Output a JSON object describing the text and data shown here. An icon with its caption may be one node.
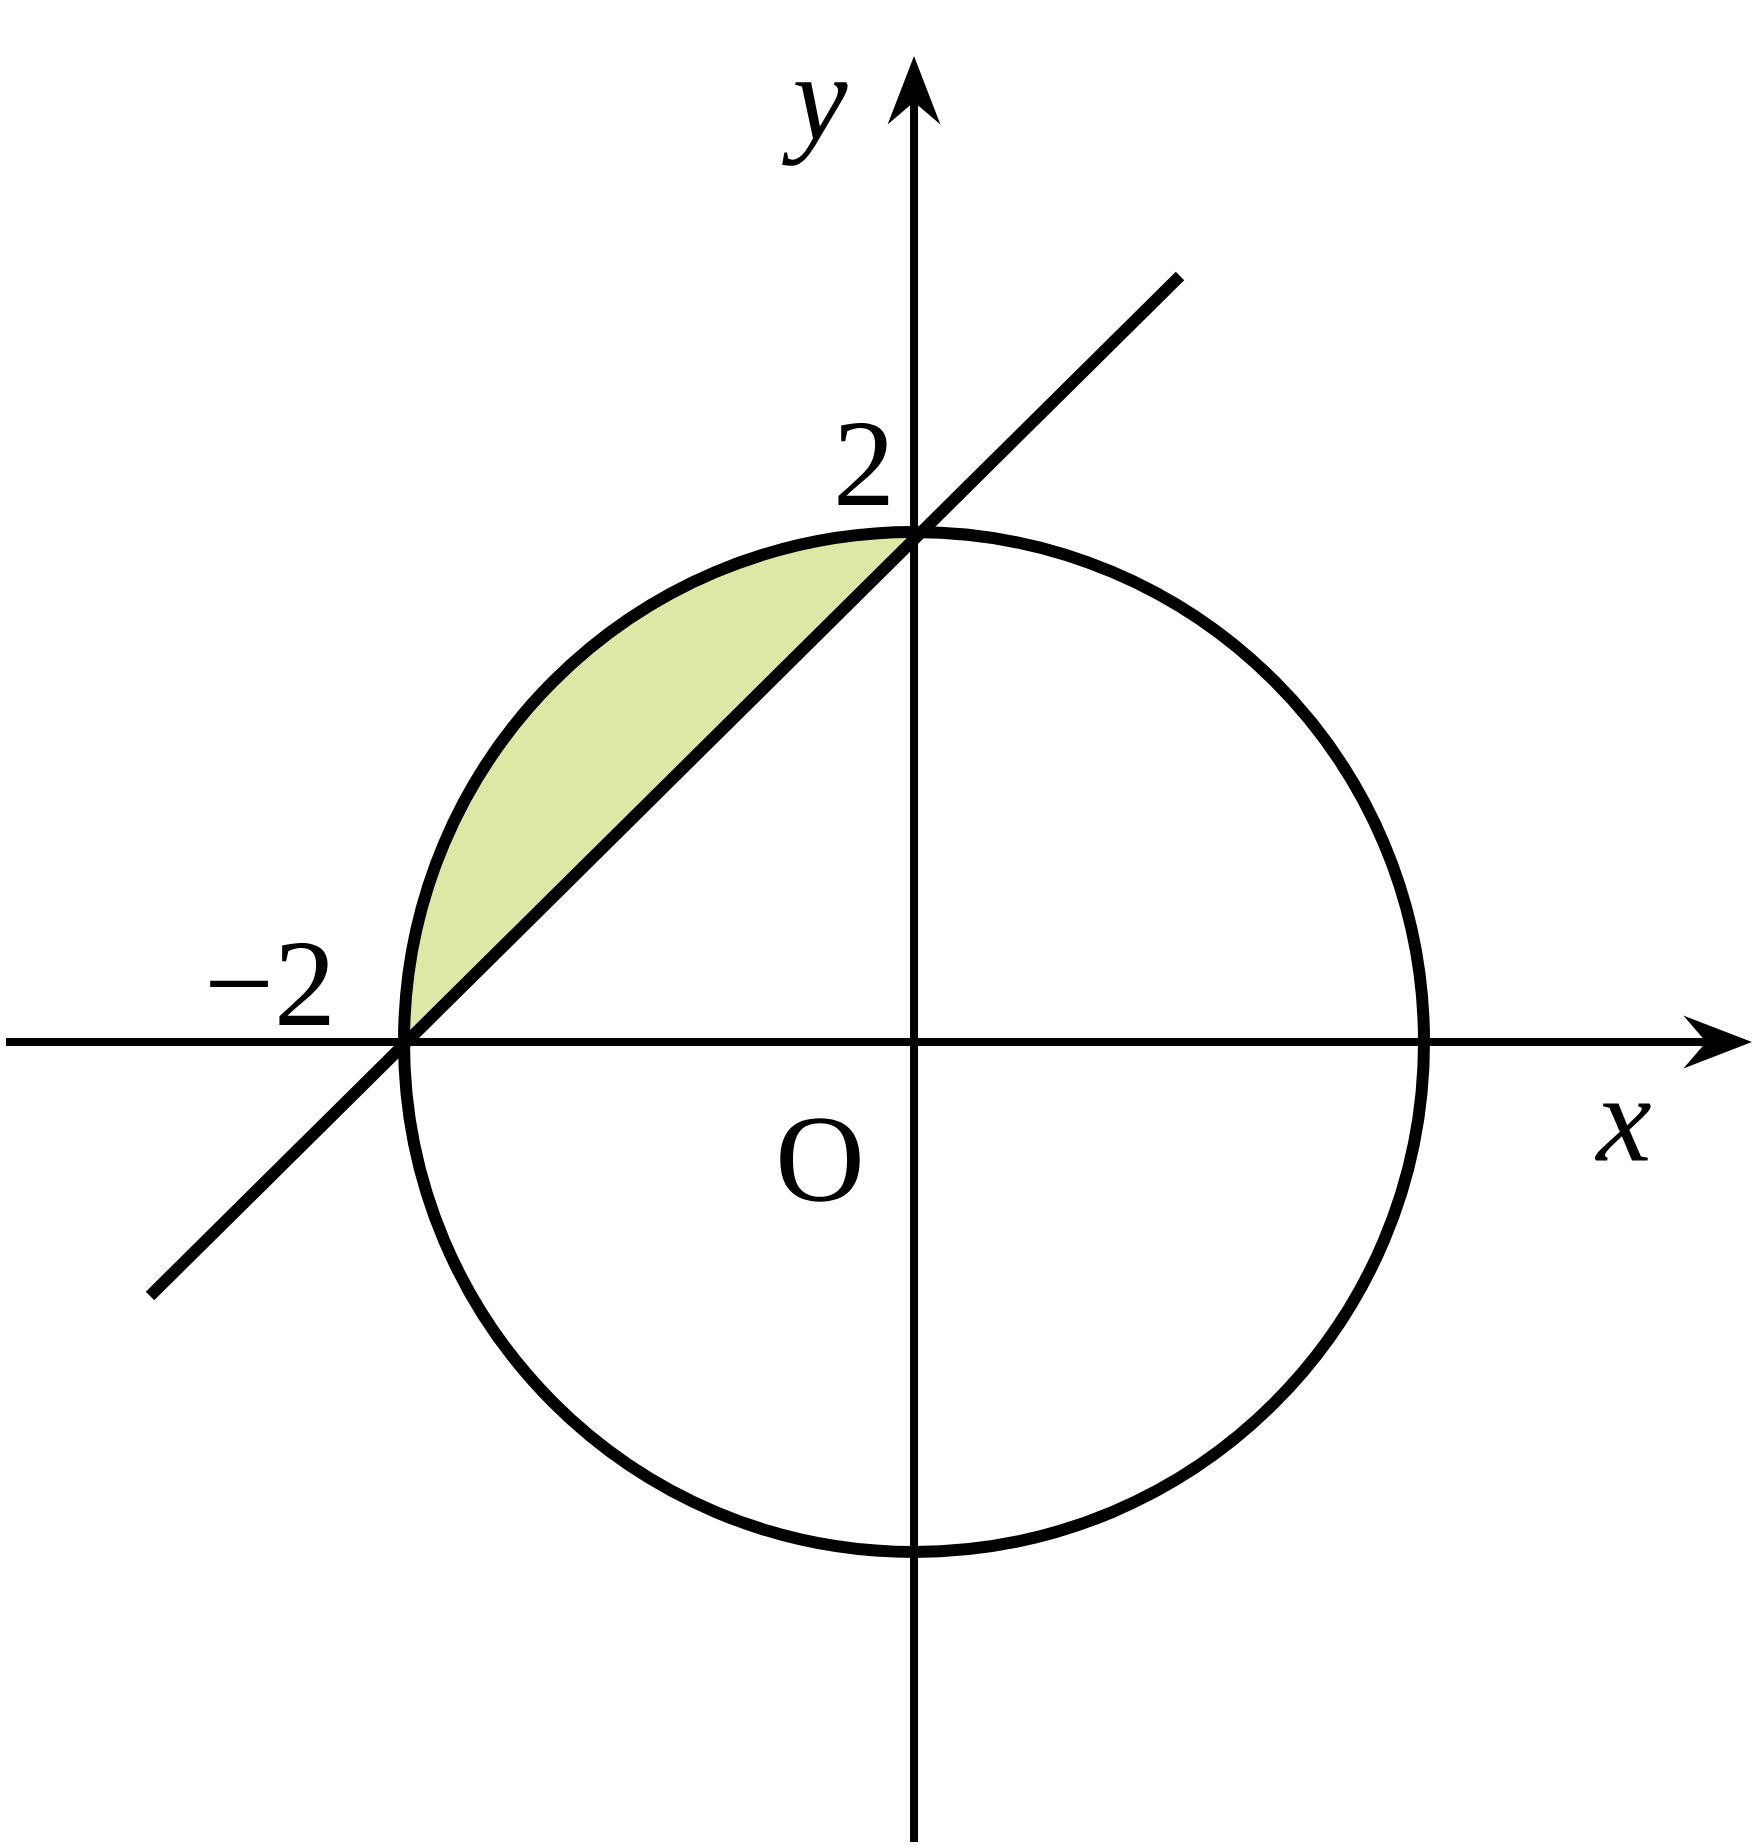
{
  "diagram": {
    "labels": [
      "y",
      "2",
      "−2",
      "O",
      "x"
    ]
  }
}
